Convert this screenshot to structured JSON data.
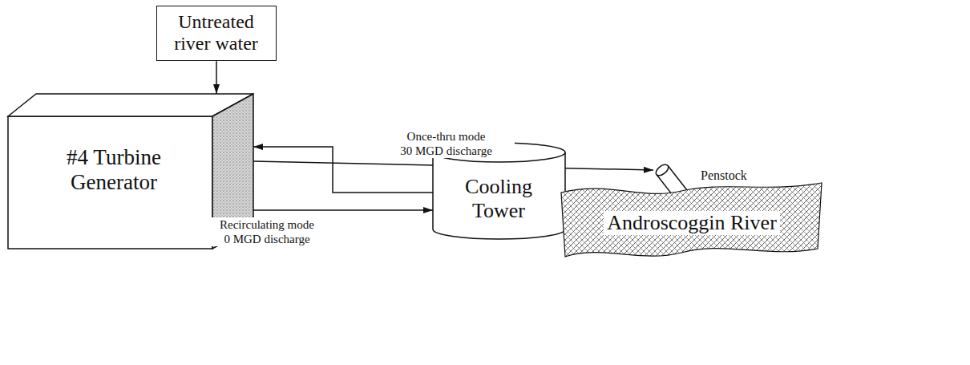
{
  "diagram": {
    "nodes": [
      {
        "text": [
          "Untreated river water"
        ]
      },
      {
        "text": [
          "#4 Turbine Generator"
        ]
      },
      {
        "text": [
          "Cooling Tower"
        ]
      },
      {
        "text": [
          "Penstock"
        ]
      },
      {
        "text": [
          "Androscoggin River"
        ]
      }
    ],
    "edges": [
      {
        "from": 0,
        "to": 1,
        "arrow": "to"
      },
      {
        "from": 1,
        "to": 3,
        "arrow": "to",
        "label": "Once-thru mode 30 MGD discharge"
      },
      {
        "from": 1,
        "to": 2,
        "arrow": "to",
        "label": "Recirculating mode 0 MGD discharge"
      },
      {
        "from": 2,
        "to": 1,
        "arrow": "to"
      }
    ]
  }
}
